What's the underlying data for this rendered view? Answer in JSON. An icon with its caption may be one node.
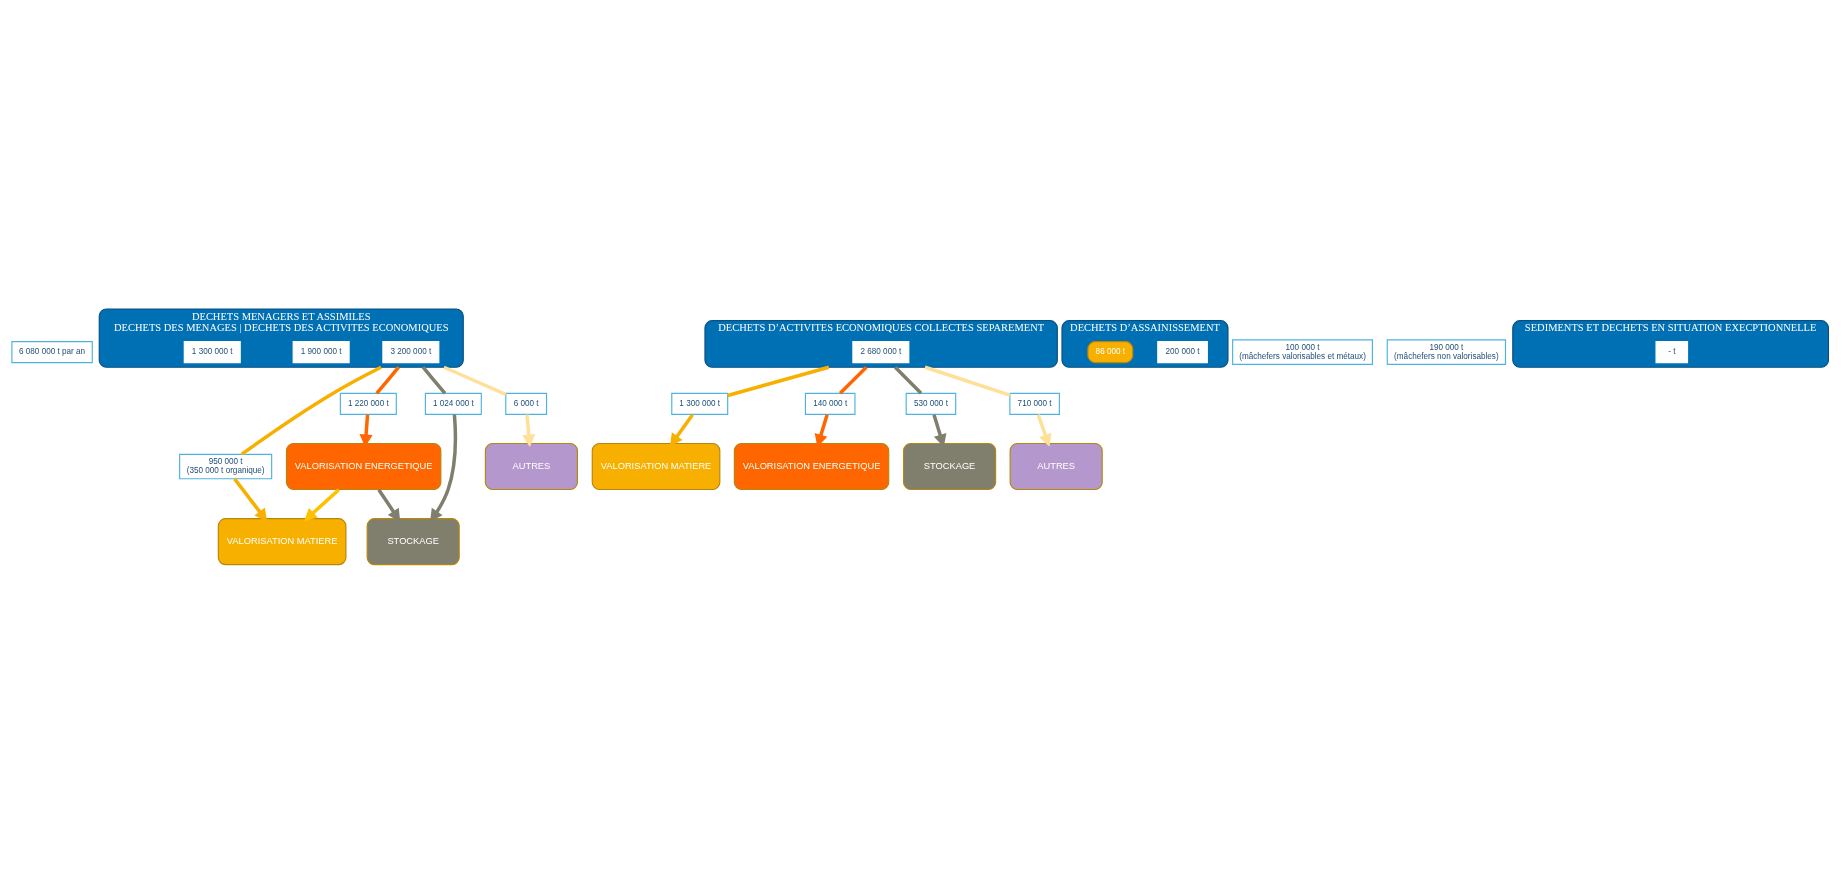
{
  "diagram": {
    "nodes": [
      {
        "text": [
          "6 080 000 t par an"
        ]
      },
      {
        "text": [
          "DECHETS MENAGERS ET ASSIMILES",
          "DECHETS DES MENAGES | DECHETS DES ACTIVITES ECONOMIQUES"
        ]
      },
      {
        "text": [
          "3 200 000 t"
        ],
        "in": 1
      },
      {
        "text": [
          "1 900 000 t"
        ],
        "in": 1
      },
      {
        "text": [
          "1 300 000 t"
        ],
        "in": 1
      },
      {
        "text": [
          "DECHETS D’ACTIVITES ECONOMIQUES COLLECTES SEPAREMENT"
        ]
      },
      {
        "text": [
          "2 680 000 t"
        ],
        "in": 5
      },
      {
        "text": [
          "DECHETS D’ASSAINISSEMENT"
        ]
      },
      {
        "text": [
          "200 000 t"
        ],
        "in": 7
      },
      {
        "text": [
          "86 000 t"
        ],
        "in": 7
      },
      {
        "text": [
          "950 000 t",
          "(350 000 t organique)"
        ]
      },
      {
        "text": [
          "1 220 000 t"
        ]
      },
      {
        "text": [
          "1 024 000 t"
        ]
      },
      {
        "text": [
          "6 000 t"
        ]
      },
      {
        "text": [
          "VALORISATION MATIERE"
        ]
      },
      {
        "text": [
          "VALORISATION ENERGETIQUE"
        ]
      },
      {
        "text": [
          "STOCKAGE"
        ]
      },
      {
        "text": [
          "AUTRES"
        ]
      },
      {
        "text": [
          "1 300 000 t"
        ]
      },
      {
        "text": [
          "140 000 t"
        ]
      },
      {
        "text": [
          "530 000 t"
        ]
      },
      {
        "text": [
          "710 000 t"
        ]
      },
      {
        "text": [
          "VALORISATION MATIERE"
        ]
      },
      {
        "text": [
          "VALORISATION ENERGETIQUE"
        ]
      },
      {
        "text": [
          "STOCKAGE"
        ]
      },
      {
        "text": [
          "AUTRES"
        ]
      },
      {
        "text": [
          "100 000 t",
          "(mâchefers valorisables et métaux)"
        ]
      },
      {
        "text": [
          "190 000 t",
          "(mâchefers non valorisables)"
        ]
      },
      {
        "text": [
          "SEDIMENTS ET DECHETS EN SITUATION EXECPTIONNELLE"
        ]
      },
      {
        "text": [
          "- t"
        ],
        "in": 28
      }
    ],
    "edges": [
      {
        "from": 1,
        "to": 10,
        "arrow": "none",
        "color": "#f8b000"
      },
      {
        "from": 1,
        "to": 11,
        "arrow": "none",
        "color": "#ff6600"
      },
      {
        "from": 1,
        "to": 12,
        "arrow": "none",
        "color": "#807f6e"
      },
      {
        "from": 1,
        "to": 13,
        "arrow": "none",
        "color": "#ffe09a"
      },
      {
        "from": 10,
        "to": 14,
        "arrow": "to",
        "color": "#f8b000"
      },
      {
        "from": 11,
        "to": 15,
        "arrow": "to",
        "color": "#ff6600"
      },
      {
        "from": 12,
        "to": 16,
        "arrow": "to",
        "color": "#807f6e"
      },
      {
        "from": 13,
        "to": 17,
        "arrow": "to",
        "color": "#ffe09a"
      },
      {
        "from": 5,
        "to": 18,
        "arrow": "none",
        "color": "#f8b000"
      },
      {
        "from": 5,
        "to": 19,
        "arrow": "none",
        "color": "#ff6600"
      },
      {
        "from": 5,
        "to": 20,
        "arrow": "none",
        "color": "#807f6e"
      },
      {
        "from": 5,
        "to": 21,
        "arrow": "none",
        "color": "#ffe09a"
      },
      {
        "from": 18,
        "to": 22,
        "arrow": "to",
        "color": "#f8b000"
      },
      {
        "from": 19,
        "to": 23,
        "arrow": "to",
        "color": "#ff6600"
      },
      {
        "from": 20,
        "to": 24,
        "arrow": "to",
        "color": "#807f6e"
      },
      {
        "from": 21,
        "to": 25,
        "arrow": "to",
        "color": "#ffe09a"
      },
      {
        "from": 15,
        "to": 14,
        "arrow": "to",
        "color": "#ffc000"
      },
      {
        "from": 15,
        "to": 16,
        "arrow": "to",
        "color": "#807f6e"
      }
    ]
  }
}
